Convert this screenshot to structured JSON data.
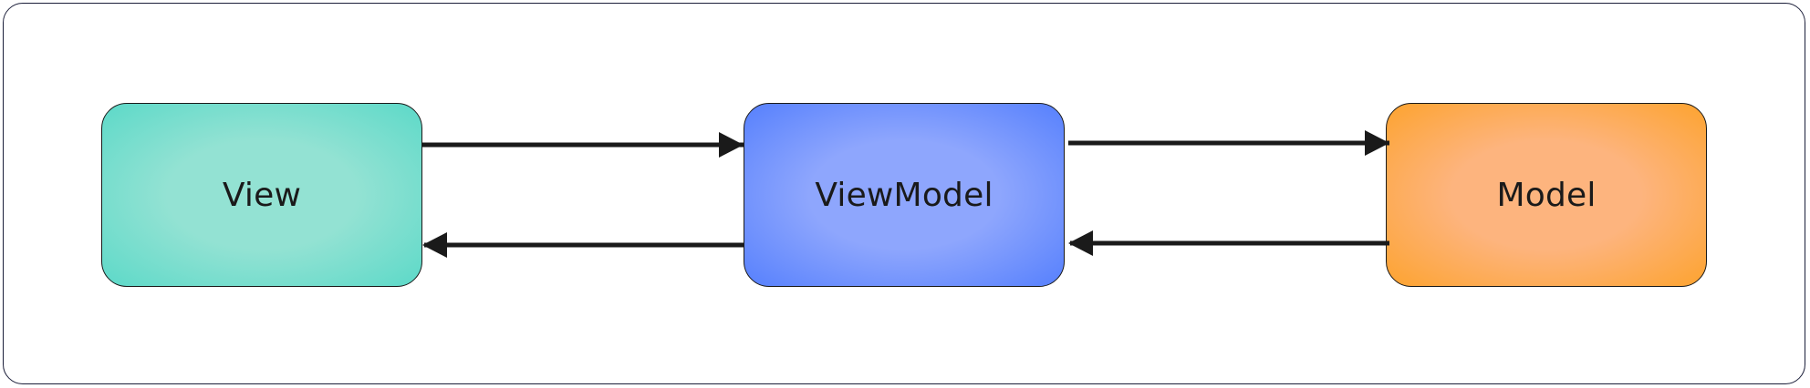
{
  "diagram": {
    "nodes": [
      {
        "id": "view",
        "label": "View",
        "color": "#5cd9c8"
      },
      {
        "id": "viewmodel",
        "label": "ViewModel",
        "color": "#5680fd"
      },
      {
        "id": "model",
        "label": "Model",
        "color": "#fda32f"
      }
    ],
    "edges": [
      {
        "from": "view",
        "to": "viewmodel"
      },
      {
        "from": "viewmodel",
        "to": "view"
      },
      {
        "from": "viewmodel",
        "to": "model"
      },
      {
        "from": "model",
        "to": "viewmodel"
      }
    ],
    "arrow_color": "#1a1a1a",
    "frame_color": "#1c1f3a"
  }
}
